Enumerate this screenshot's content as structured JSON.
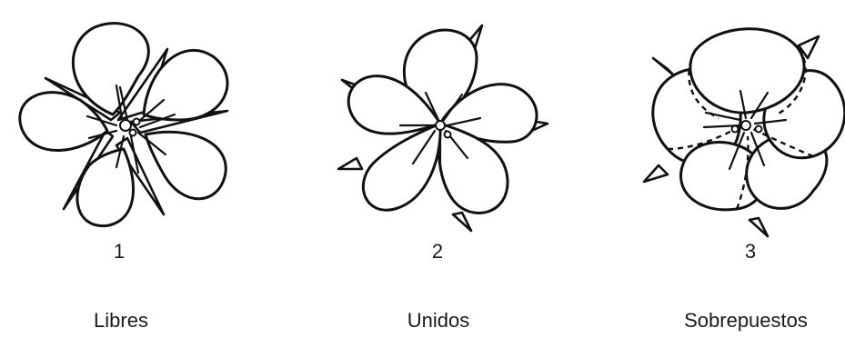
{
  "figures": [
    {
      "number": "1",
      "label": "Libres"
    },
    {
      "number": "2",
      "label": "Unidos"
    },
    {
      "number": "3",
      "label": "Sobrepuestos"
    }
  ],
  "colors": {
    "background": "#ffffff",
    "ink": "#111111"
  }
}
